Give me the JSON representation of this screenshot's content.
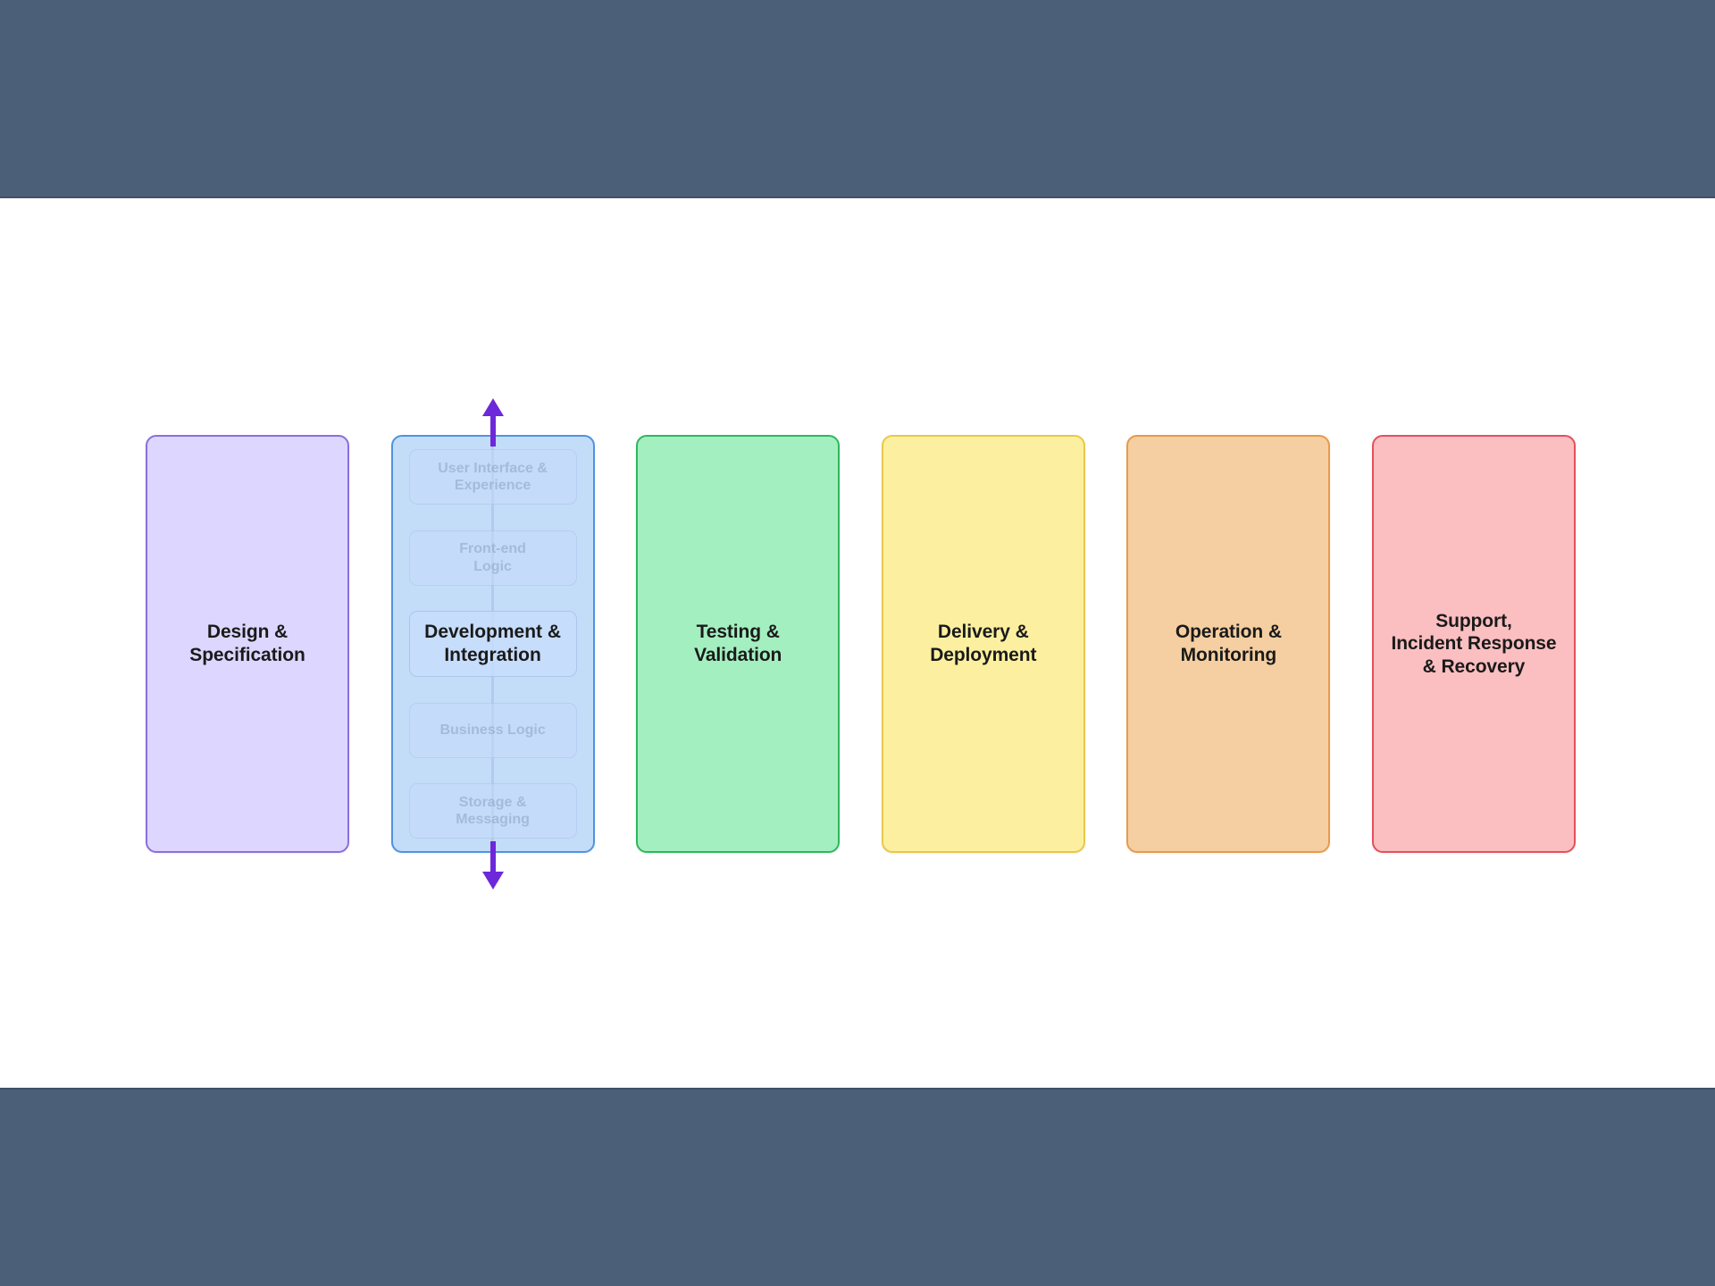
{
  "chrome": {
    "band_color": "#4b6078",
    "canvas_color": "#ffffff"
  },
  "diagram": {
    "type": "flow-lanes",
    "accent_arrow_color": "#6d28d9",
    "phases": [
      {
        "id": "design-specification",
        "label": "Design &\nSpecification",
        "fill": "#ddd6fe",
        "border": "#8b6fdb",
        "active": false
      },
      {
        "id": "development-integration",
        "label": "Development &\nIntegration",
        "fill": "#c3ddf9",
        "border": "#4f93e0",
        "active": true,
        "sub_items": [
          {
            "id": "user-interface-experience",
            "label": "User Interface &\nExperience",
            "active": false
          },
          {
            "id": "front-end-logic",
            "label": "Front-end\nLogic",
            "active": false
          },
          {
            "id": "development-integration-core",
            "label": "Development &\nIntegration",
            "active": true
          },
          {
            "id": "business-logic",
            "label": "Business Logic",
            "active": false
          },
          {
            "id": "storage-messaging",
            "label": "Storage &\nMessaging",
            "active": false
          }
        ]
      },
      {
        "id": "testing-validation",
        "label": "Testing &\nValidation",
        "fill": "#a4efc0",
        "border": "#2eb85c",
        "active": false
      },
      {
        "id": "delivery-deployment",
        "label": "Delivery &\nDeployment",
        "fill": "#fcf0a0",
        "border": "#e8c84a",
        "active": false
      },
      {
        "id": "operation-monitoring",
        "label": "Operation &\nMonitoring",
        "fill": "#f5cfa1",
        "border": "#e89a4a",
        "active": false
      },
      {
        "id": "support-incident-recovery",
        "label": "Support,\nIncident Response\n& Recovery",
        "fill": "#fbbfc1",
        "border": "#e4505c",
        "active": false
      }
    ]
  }
}
